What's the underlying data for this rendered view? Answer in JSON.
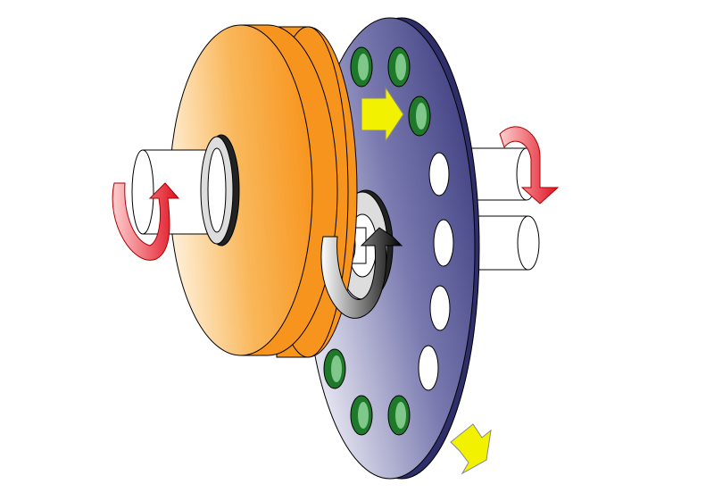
{
  "colors": {
    "background": "#ffffff",
    "orange_disk": "#f7941d",
    "orange_light": "#fde3c0",
    "blue_disk": "#4a4a8c",
    "blue_light": "#e8e8f4",
    "hole_green": "#1e7a2a",
    "shaft": "#ffffff",
    "arrow_red": "#e8202a",
    "arrow_yellow": "#f2f200",
    "arrow_black": "#111111"
  },
  "icons": [
    "rotation-arrow-left",
    "rotation-arrow-right",
    "rotation-arrow-center",
    "flow-arrow-top",
    "flow-arrow-bottom"
  ]
}
